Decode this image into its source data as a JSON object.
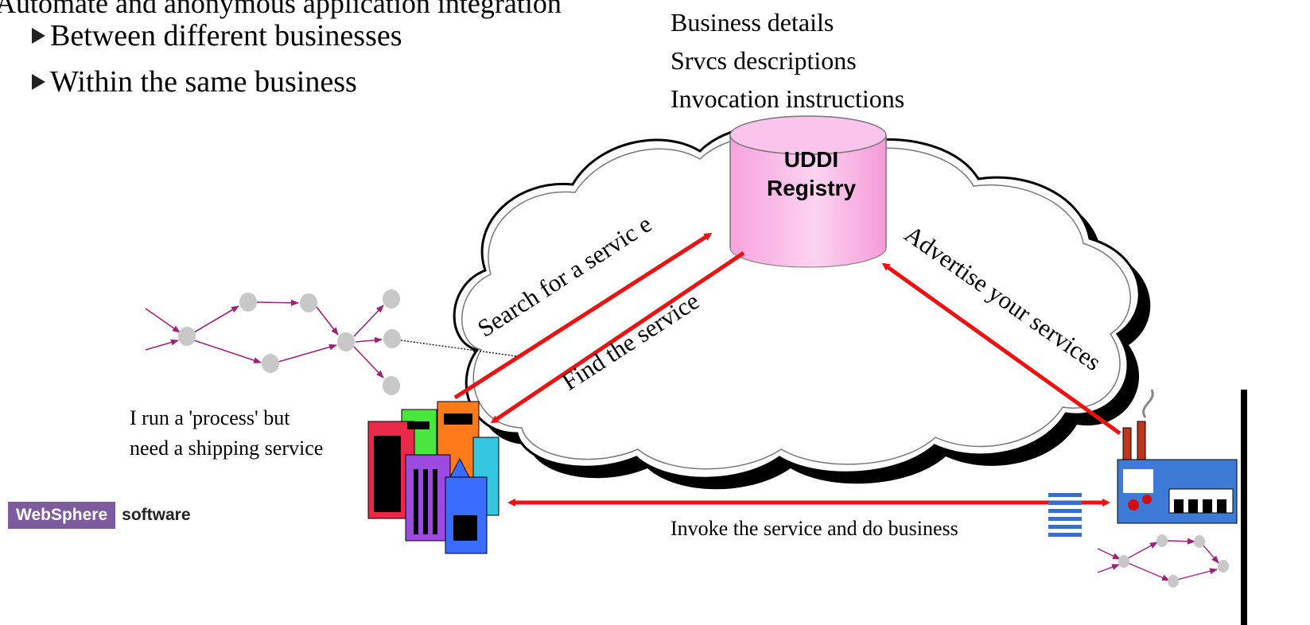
{
  "slide": {
    "title": "Automate and anonymous application integration",
    "bullets": [
      "Between different businesses",
      "Within the same business"
    ]
  },
  "registry": {
    "details": [
      "Business details",
      "Srvcs descriptions",
      "Invocation instructions"
    ],
    "label_line1": "UDDI",
    "label_line2": "Registry",
    "color": "#f8a8e0"
  },
  "flows": {
    "search": "Search for a servic   e",
    "find": "Find the service",
    "advertise": "Advertise your services",
    "invoke": "Invoke the service and do business",
    "arrow_color": "#ee1111"
  },
  "requester": {
    "note_line1": "I run a 'process' but",
    "note_line2": "need a shipping service"
  },
  "branding": {
    "logo_part1": "WebSphere",
    "logo_part2": "software"
  }
}
